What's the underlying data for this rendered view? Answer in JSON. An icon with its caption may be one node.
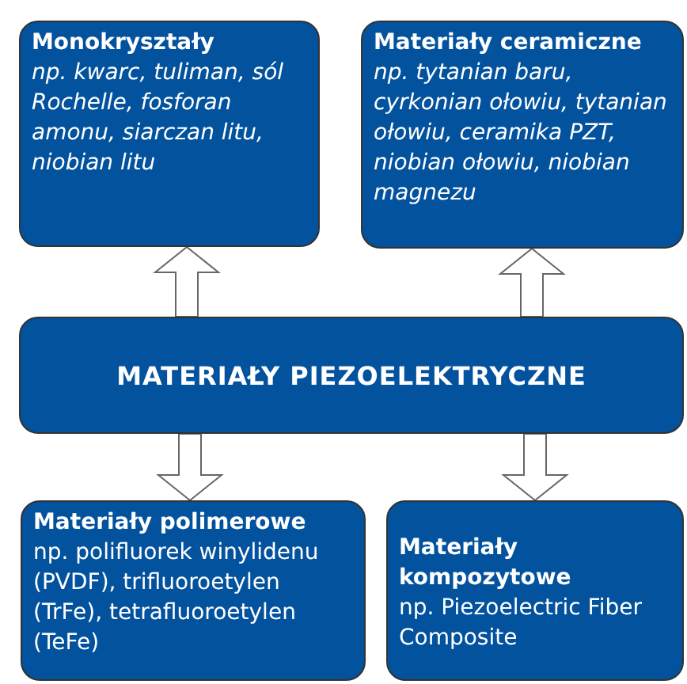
{
  "diagram": {
    "nodes": [
      {
        "text": [
          "Monokryształy",
          "np. kwarc, tuliman, sól Rochelle, fosforan amonu, siarczan litu, niobian litu"
        ]
      },
      {
        "text": [
          "Materiały ceramiczne",
          "np. tytanian baru, cyrkonian ołowiu, tytanian ołowiu, ceramika PZT, niobian ołowiu, niobian magnezu"
        ]
      },
      {
        "text": [
          "MATERIAŁY PIEZOELEKTRYCZNE"
        ]
      },
      {
        "text": [
          "Materiały polimerowe",
          "np. polifluorek winylidenu (PVDF), trifluoroetylen (TrFe), tetrafluoroetylen (TeFe)"
        ]
      },
      {
        "text": [
          "Materiały kompozytowe",
          "np. Piezoelectric Fiber Composite"
        ]
      }
    ],
    "edges": [
      {
        "from": 2,
        "to": 0,
        "arrow": "to"
      },
      {
        "from": 2,
        "to": 1,
        "arrow": "to"
      },
      {
        "from": 2,
        "to": 3,
        "arrow": "to"
      },
      {
        "from": 2,
        "to": 4,
        "arrow": "to"
      }
    ]
  }
}
